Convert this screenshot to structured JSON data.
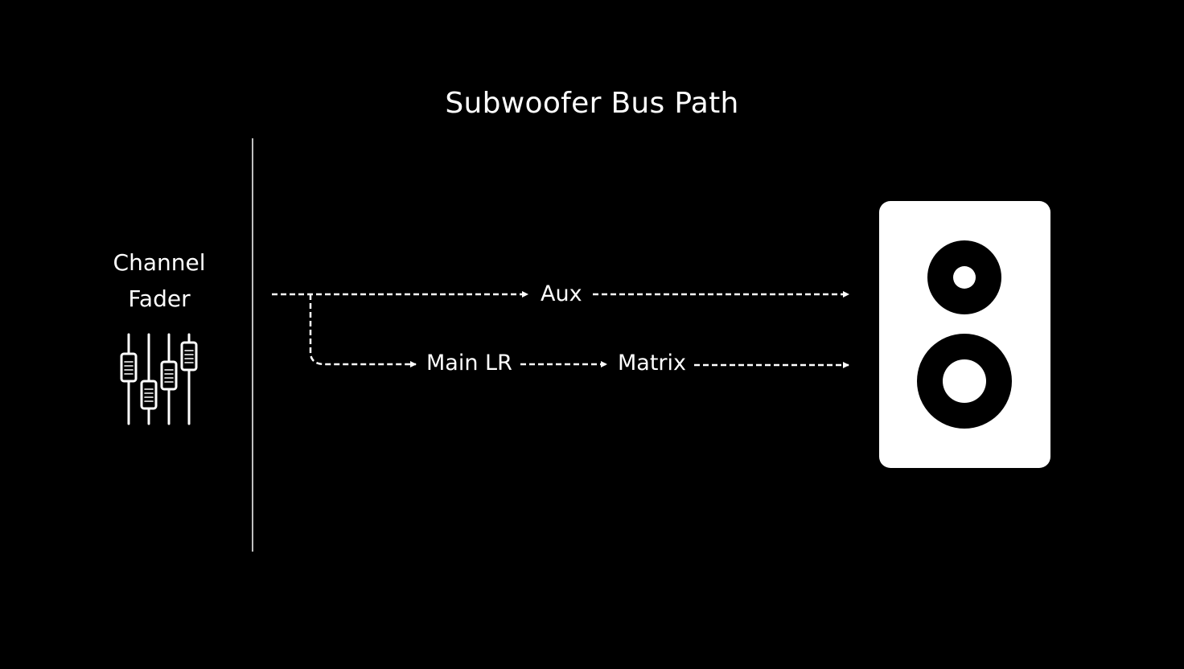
{
  "title": "Subwoofer Bus Path",
  "source": {
    "line1": "Channel",
    "line2": "Fader",
    "icon": "mixer-faders-icon"
  },
  "nodes": {
    "aux": "Aux",
    "main_lr": "Main LR",
    "matrix": "Matrix"
  },
  "destination": {
    "icon": "speaker-icon"
  },
  "colors": {
    "background": "#000000",
    "foreground": "#ffffff"
  }
}
